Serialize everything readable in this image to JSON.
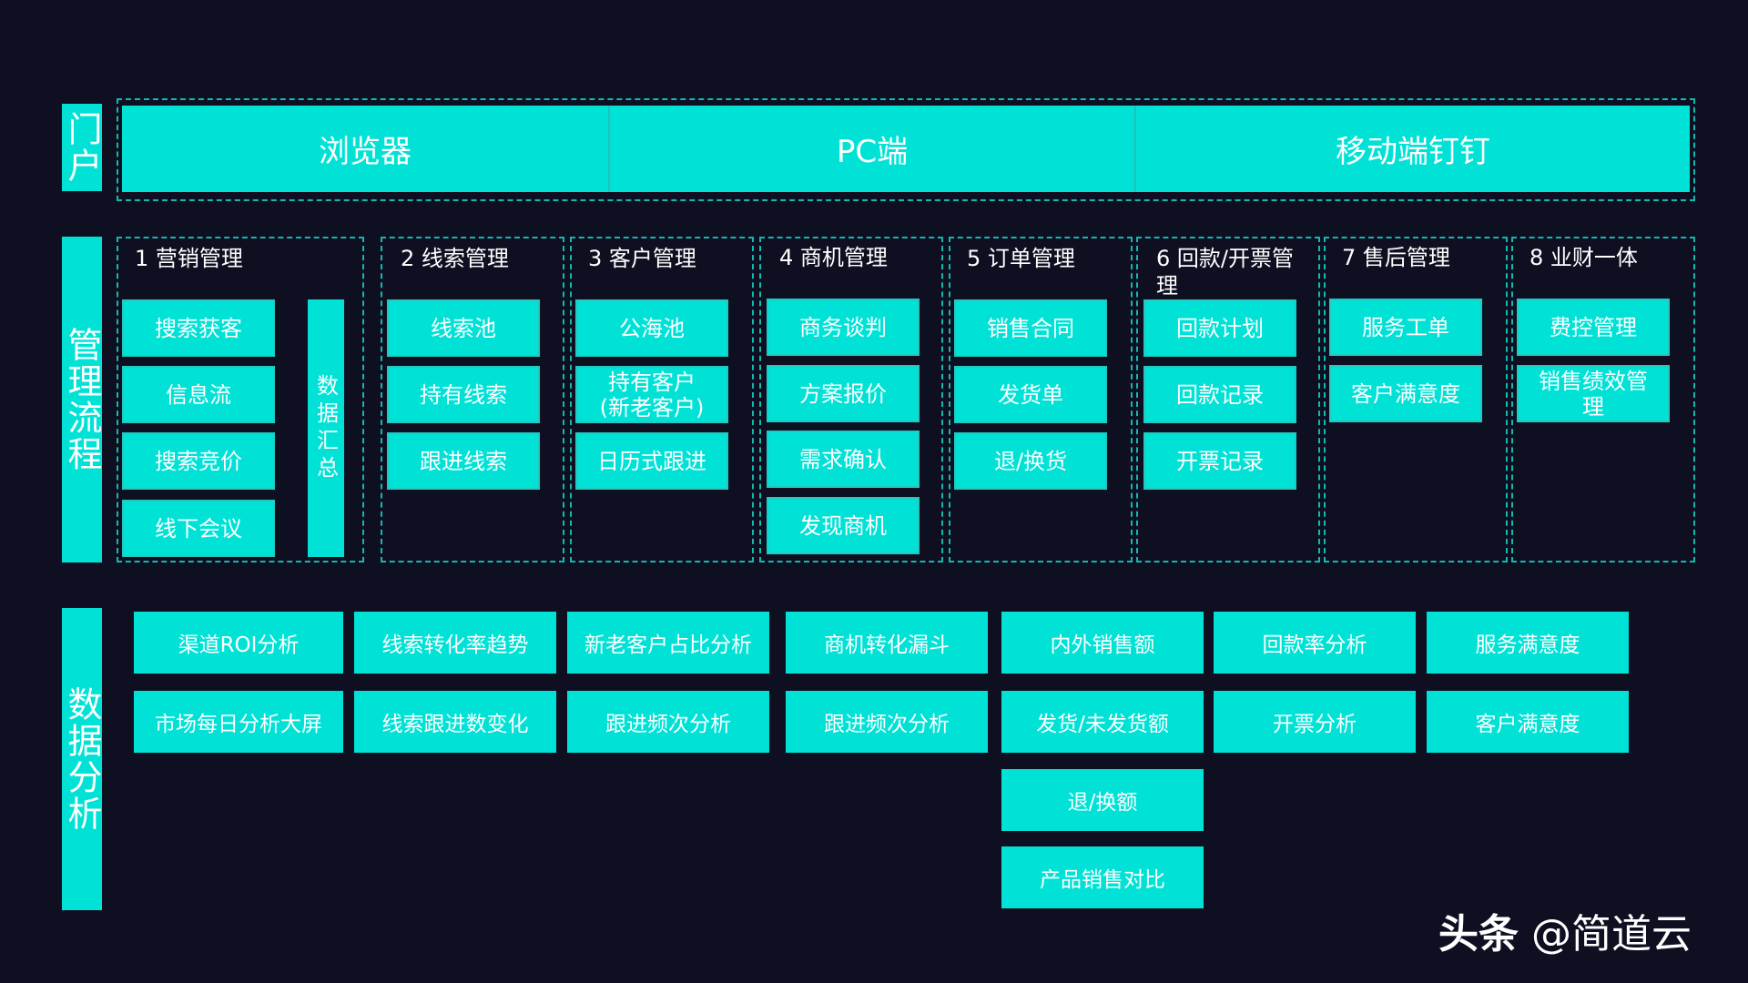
{
  "sections": {
    "portal": "门户",
    "process": "管理流程",
    "analysis": "数据分析"
  },
  "portal": {
    "items": [
      "浏览器",
      "PC端",
      "移动端钉钉"
    ]
  },
  "process": {
    "groups": [
      {
        "title": "1 营销管理",
        "items": [
          "搜索获客",
          "信息流",
          "搜索竞价",
          "线下会议"
        ],
        "side": "数据汇总"
      },
      {
        "title": "2 线索管理",
        "items": [
          "线索池",
          "持有线索",
          "跟进线索"
        ]
      },
      {
        "title": "3 客户管理",
        "items": [
          "公海池",
          "持有客户\n(新老客户)",
          "日历式跟进"
        ]
      },
      {
        "title": "4 商机管理",
        "items": [
          "商务谈判",
          "方案报价",
          "需求确认",
          "发现商机"
        ]
      },
      {
        "title": "5 订单管理",
        "items": [
          "销售合同",
          "发货单",
          "退/换货"
        ]
      },
      {
        "title": "6 回款/开票管理",
        "items": [
          "回款计划",
          "回款记录",
          "开票记录"
        ]
      },
      {
        "title": "7 售后管理",
        "items": [
          "服务工单",
          "客户满意度"
        ]
      },
      {
        "title": "8 业财一体",
        "items": [
          "费控管理",
          "销售绩效管理"
        ]
      }
    ]
  },
  "analysis": {
    "columns": [
      [
        "渠道ROI分析",
        "市场每日分析大屏"
      ],
      [
        "线索转化率趋势",
        "线索跟进数变化"
      ],
      [
        "新老客户占比分析",
        "跟进频次分析"
      ],
      [
        "商机转化漏斗",
        "跟进频次分析"
      ],
      [
        "内外销售额",
        "发货/未发货额",
        "退/换额",
        "产品销售对比"
      ],
      [
        "回款率分析",
        "开票分析"
      ],
      [
        "服务满意度",
        "客户满意度"
      ]
    ]
  },
  "watermark": {
    "source": "头条",
    "handle": "@简道云"
  },
  "colors": {
    "background": "#0e1022",
    "accent": "#00e2d6",
    "dashed": "#13b8b0",
    "text": "#ffffff"
  }
}
